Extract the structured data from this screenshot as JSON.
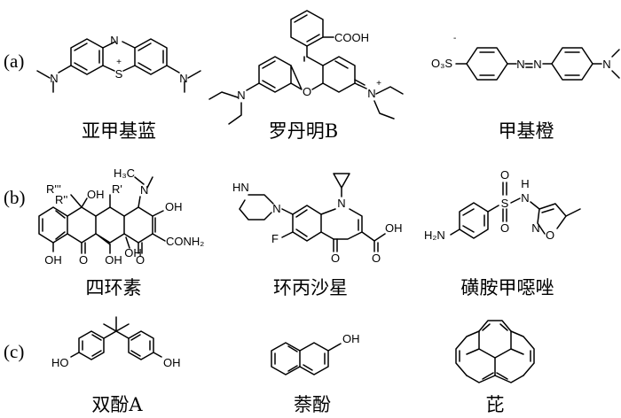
{
  "rows": {
    "a": "(a)",
    "b": "(b)",
    "c": "(c)"
  },
  "names": {
    "methylene_blue": "亚甲基蓝",
    "rhodamine_b": "罗丹明B",
    "methyl_orange": "甲基橙",
    "tetracycline": "四环素",
    "ciprofloxacin": "环丙沙星",
    "sulfamethoxazole": "磺胺甲噁唑",
    "bisphenol_a": "双酚A",
    "naphthol": "萘酚",
    "pyrene": "芘"
  },
  "atoms": {
    "mb_n_top": "N",
    "mb_s": "S",
    "mb_s_charge": "+",
    "mb_n_left": "N",
    "mb_n_right": "N",
    "rb_cooh": "COOH",
    "rb_o": "O",
    "rb_n_left": "N",
    "rb_n_right": "N",
    "rb_charge": "+",
    "mo_so3": "O₃S",
    "mo_charge": "-",
    "mo_azo1": "N",
    "mo_azo2": "N",
    "mo_n": "N",
    "tc_r1": "R'''",
    "tc_r2": "R''",
    "tc_r3": "R'",
    "tc_h3c": "H₃C",
    "tc_n": "N",
    "tc_oh1": "OH",
    "tc_oh2": "OH",
    "tc_oh3": "OH",
    "tc_oh4": "OH",
    "tc_oh5": "OH",
    "tc_oh6": "OH",
    "tc_o1": "O",
    "tc_o2": "O",
    "tc_conh2": "CONH₂",
    "cp_hn": "HN",
    "cp_n1": "N",
    "cp_n2": "N",
    "cp_f": "F",
    "cp_o": "O",
    "cp_oh": "OH",
    "cp_o2": "O",
    "sm_h2n": "H₂N",
    "sm_s": "S",
    "sm_o1": "O",
    "sm_o2": "O",
    "sm_nh": "N",
    "sm_h": "H",
    "sm_n": "N",
    "sm_o": "O",
    "bpa_ho1": "HO",
    "bpa_oh2": "OH",
    "np_oh": "OH"
  }
}
